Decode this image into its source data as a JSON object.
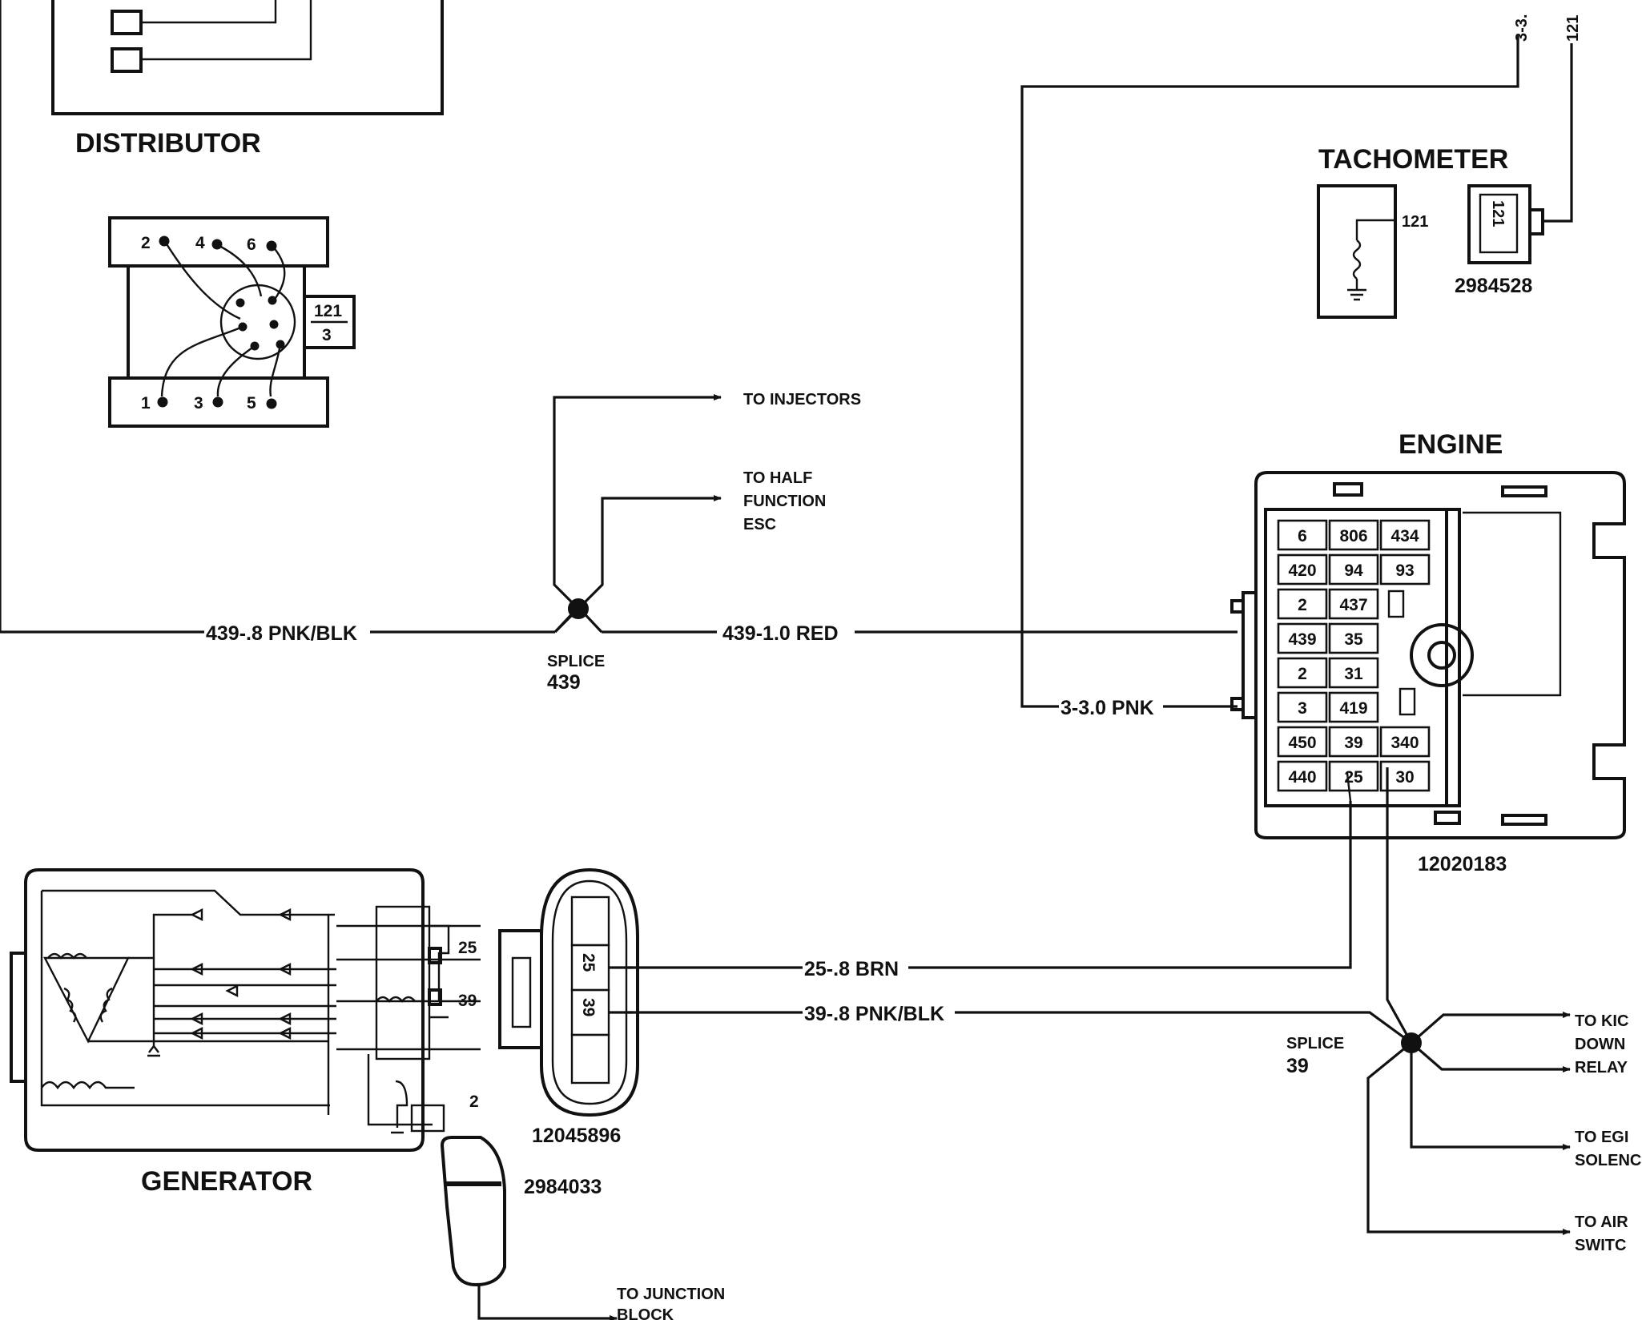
{
  "components": {
    "distributor": {
      "title": "DISTRIBUTOR",
      "pins": [
        "2",
        "4",
        "6",
        "1",
        "3",
        "5"
      ],
      "connector_top": "121",
      "connector_bottom": "3"
    },
    "tachometer": {
      "title": "TACHOMETER",
      "wire": "121",
      "connector_pin": "121",
      "part_number": "2984528"
    },
    "engine": {
      "title": "ENGINE",
      "part_number": "12020183",
      "cavities": [
        [
          "6",
          "806",
          "434"
        ],
        [
          "420",
          "94",
          "93"
        ],
        [
          "2",
          "437"
        ],
        [
          "439",
          "35"
        ],
        [
          "2",
          "31"
        ],
        [
          "3",
          "419"
        ],
        [
          "450",
          "39",
          "340"
        ],
        [
          "440",
          "25",
          "30"
        ]
      ]
    },
    "generator": {
      "title": "GENERATOR",
      "terminal_25": "25",
      "terminal_39": "39",
      "terminal_2": "2"
    },
    "generator_connector": {
      "pin_25": "25",
      "pin_39": "39",
      "part_number": "12045896"
    },
    "ring_terminal": {
      "part_number": "2984033"
    }
  },
  "wires": {
    "w439_pnkblk": "439-.8 PNK/BLK",
    "w439_red": "439-1.0 RED",
    "w3_pnk": "3-3.0 PNK",
    "w25_brn": "25-.8 BRN",
    "w39_pnkblk": "39-.8 PNK/BLK",
    "top_3": "3-3.",
    "top_121": "121"
  },
  "splices": {
    "s439": {
      "label": "SPLICE",
      "number": "439"
    },
    "s39": {
      "label": "SPLICE",
      "number": "39"
    }
  },
  "destinations": {
    "injectors": "TO INJECTORS",
    "half_function_1": "TO HALF",
    "half_function_2": "FUNCTION",
    "half_function_3": "ESC",
    "kickdown_1": "TO KIC",
    "kickdown_2": "DOWN",
    "kickdown_3": "RELAY",
    "egr_1": "TO EGI",
    "egr_2": "SOLENC",
    "air_1": "TO AIR",
    "air_2": "SWITC",
    "junction_1": "TO JUNCTION",
    "junction_2": "BLOCK"
  }
}
